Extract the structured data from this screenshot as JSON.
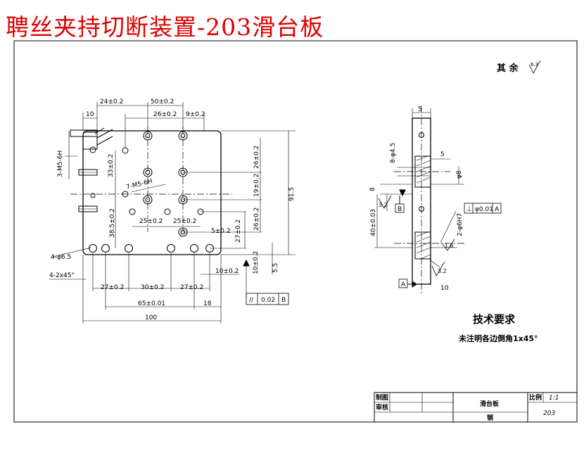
{
  "title": "聘丝夹持切断装置-203滑台板",
  "surface_roughness": {
    "label": "其 余",
    "value": "6.3"
  },
  "front_view": {
    "dims": {
      "d24": "24±0.2",
      "d50": "50±0.2",
      "d26top": "26±0.2",
      "d9": "9±0.2",
      "d10top": "10",
      "m5_left": "3-M5-6H",
      "m5_mid": "7-M5-6H",
      "d33": "33±0.2",
      "d38": "38.5±0.2",
      "d25a": "25±0.2",
      "d25b": "25±0.2",
      "d5": "5±0.2",
      "d27v": "27±0.2",
      "holes4": "4-φ6.5",
      "chamfer": "4-2x45°",
      "r26a": "26±0.2",
      "r19": "19±0.2",
      "r26b": "26±0.2",
      "r10v": "10±0.2",
      "r55": "5.5",
      "r915": "91.5",
      "b27a": "27±0.2",
      "b30": "30±0.2",
      "b27b": "27±0.2",
      "b10": "10±0.2",
      "b65": "65±0.01",
      "b18": "18",
      "b100": "100"
    },
    "parallelism": {
      "symbol": "//",
      "value": "0.02",
      "datum": "B"
    }
  },
  "side_view": {
    "dims": {
      "s5top": "5",
      "s8h": "8-φ4.5",
      "s5": "5",
      "s8d": "φ8",
      "s8": "8",
      "s40": "40±0.03",
      "s6h7": "2-φ6H7",
      "s10": "10",
      "s16": "1.6",
      "s32a": "3.2",
      "s32b": "3.2"
    },
    "datum_a": "A",
    "datum_b": "B",
    "perpendicularity": {
      "symbol": "⊥",
      "value": "φ0.01",
      "datum": "A"
    }
  },
  "requirements": {
    "title": "技术要求",
    "note": "未注明各边倒角1x45°"
  },
  "title_block": {
    "drawn": "制图",
    "checked": "审核",
    "part_name": "滑台板",
    "scale_label": "比例",
    "scale_value": "1:1",
    "drawing_no": "203",
    "material": "钢"
  }
}
